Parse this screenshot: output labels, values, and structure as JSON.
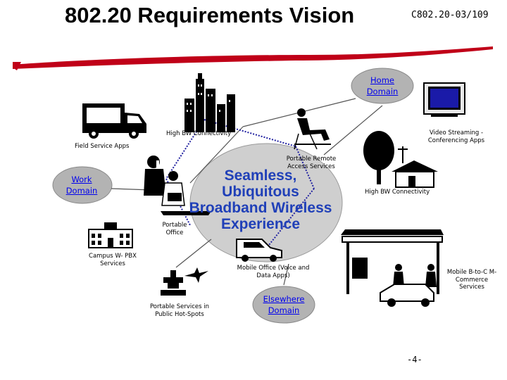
{
  "header": {
    "title": "802.20 Requirements Vision",
    "doc_number": "C802.20-03/109"
  },
  "domains": {
    "home": "Home Domain",
    "work": "Work Domain",
    "elsewhere": "Elsewhere Domain"
  },
  "center": {
    "line1": "Seamless,",
    "line2": "Ubiquitous",
    "line3": "Broadband Wireless",
    "line4": "Experience"
  },
  "labels": {
    "high_bw_left": "High BW Connectivity",
    "video_streaming": "Video Streaming - Conferencing Apps",
    "field_service": "Field Service Apps",
    "portable_remote": "Portable Remote Access Services",
    "high_bw_right": "High BW Connectivity",
    "portable_office": "Portable Office",
    "campus": "Campus W- PBX Services",
    "mobile_office": "Mobile Office (Voice and Data Apps)",
    "mobile_commerce": "Mobile B-to-C M-Commerce Services",
    "portable_hotspots": "Portable Services in Public Hot-Spots"
  },
  "footer": {
    "page_number": "-4-"
  },
  "colors": {
    "domain_fill": "#b3b3b3",
    "center_text": "#2040b8",
    "link_line": "#2020a0",
    "brush_stroke": "#c00018"
  }
}
